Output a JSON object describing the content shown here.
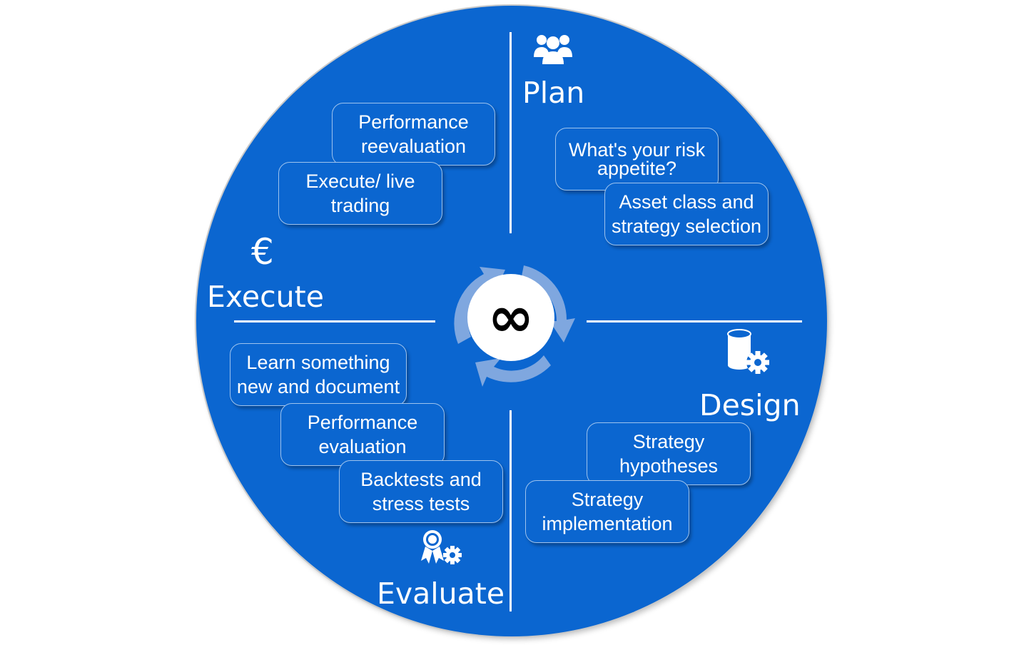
{
  "phases": {
    "plan": "Plan",
    "design": "Design",
    "evaluate": "Evaluate",
    "execute": "Execute"
  },
  "center_symbol": "∞",
  "euro_symbol": "€",
  "icons": {
    "plan": "people-group-icon",
    "design": "database-gear-icon",
    "evaluate": "award-ribbon-gear-icon",
    "execute": "euro-icon",
    "center": "cycle-arrows-icon"
  },
  "boxes": {
    "performance_reevaluation": "Performance\nreevaluation",
    "execute_live_trading": "Execute/ live\ntrading",
    "risk_appetite": "What's your risk\nappetite?",
    "asset_class_selection": "Asset class and\nstrategy selection",
    "learn_document": "Learn something\nnew and document",
    "performance_evaluation": "Performance\nevaluation",
    "backtests_stress": "Backtests and\nstress tests",
    "strategy_hypotheses": "Strategy\nhypotheses",
    "strategy_implementation": "Strategy\nimplementation"
  },
  "colors": {
    "circle": "#0b66d0",
    "box_border": "#9ec3ee",
    "cycle_arrows": "#7fa7df",
    "text": "#ffffff"
  }
}
